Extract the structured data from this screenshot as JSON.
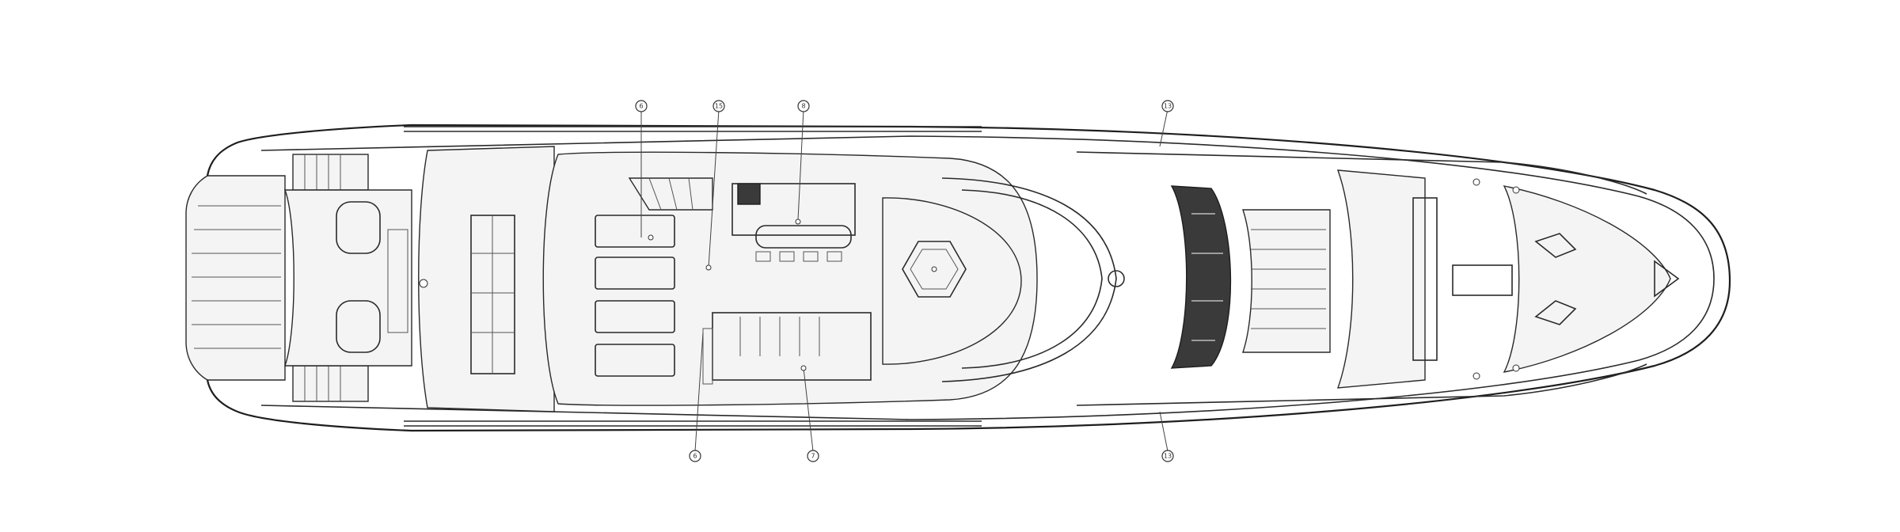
{
  "drawing": {
    "colors": {
      "line": "#1e1e1e",
      "deck": "#f4f4f4",
      "glass": "#3a3a3a",
      "background": "#ffffff"
    },
    "callouts_top": [
      {
        "id": "c1",
        "label": "6"
      },
      {
        "id": "c2",
        "label": "15"
      },
      {
        "id": "c3",
        "label": "8"
      },
      {
        "id": "c4",
        "label": "13"
      }
    ],
    "callouts_bottom": [
      {
        "id": "c5",
        "label": "6"
      },
      {
        "id": "c6",
        "label": "7"
      },
      {
        "id": "c7",
        "label": "13"
      }
    ]
  }
}
